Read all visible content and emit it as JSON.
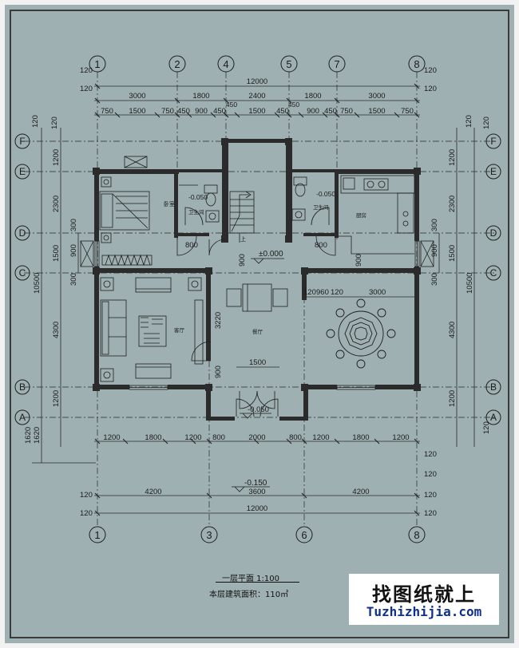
{
  "plan": {
    "title": "一层平面  1:100",
    "area_text": "本层建筑面积：110㎡"
  },
  "watermark": {
    "cn": "找图纸就上",
    "en": "Tuzhizhijia.com"
  },
  "axes": {
    "top": [
      "1",
      "2",
      "4",
      "5",
      "7",
      "8"
    ],
    "bottom": [
      "1",
      "3",
      "6",
      "8"
    ],
    "left": [
      "F",
      "E",
      "D",
      "C",
      "B",
      "A"
    ],
    "right": [
      "F",
      "E",
      "D",
      "C",
      "B",
      "A"
    ]
  },
  "dims_top": {
    "offset_left_1": "120",
    "offset_left_2": "120",
    "offset_right_1": "120",
    "offset_right_2": "120",
    "total": "12000",
    "row2": [
      "3000",
      "1800",
      "2400",
      "1800",
      "3000"
    ],
    "row3": [
      "750",
      "1500",
      "750",
      "450",
      "900",
      "450",
      "1500",
      "450",
      "900",
      "450",
      "750",
      "1500",
      "750"
    ],
    "row3_extra": [
      "450",
      "450"
    ]
  },
  "dims_left": {
    "top_offsets": [
      "120",
      "120"
    ],
    "segments": [
      "1200",
      "2300",
      "300",
      "1500",
      "300",
      "4300",
      "1200"
    ],
    "inner": [
      "900"
    ],
    "total": "10500",
    "bottom": [
      "1620",
      "1620"
    ]
  },
  "dims_right": {
    "top_offsets": [
      "120",
      "120"
    ],
    "segments": [
      "1200",
      "2300",
      "300",
      "1500",
      "300",
      "4300",
      "1200"
    ],
    "inner": [
      "900"
    ],
    "total": "10500",
    "bottom": [
      "120"
    ]
  },
  "dims_bottom": {
    "row1": [
      "1200",
      "1800",
      "1200",
      "800",
      "2000",
      "800",
      "1200",
      "1800",
      "1200"
    ],
    "offsets_right": [
      "120",
      "120"
    ],
    "row2": [
      "4200",
      "3600",
      "4200"
    ],
    "row2_offsets": [
      "120",
      "120"
    ],
    "total": "12000",
    "total_offsets": [
      "120",
      "120"
    ]
  },
  "interior": {
    "level_entry": "-0.050",
    "level_main": "±0.000",
    "level_outside": "-0.150",
    "level_wc_left": "-0.050",
    "level_wc_right": "-0.050",
    "dim_800_left": "800",
    "dim_800_right": "800",
    "dim_900_a": "900",
    "dim_900_b": "900",
    "dim_900_c": "900",
    "dim_1500_door": "1500",
    "dim_3220": "3220",
    "dim_120a": "120",
    "dim_960": "960",
    "dim_120b": "120",
    "dim_3000": "3000",
    "label_bedroom": "卧室",
    "label_wc_left": "卫生间",
    "label_wc_right": "卫生间",
    "label_kitchen": "厨房",
    "label_living": "客厅",
    "label_hall": "餐厅",
    "label_stair_up": "上"
  }
}
